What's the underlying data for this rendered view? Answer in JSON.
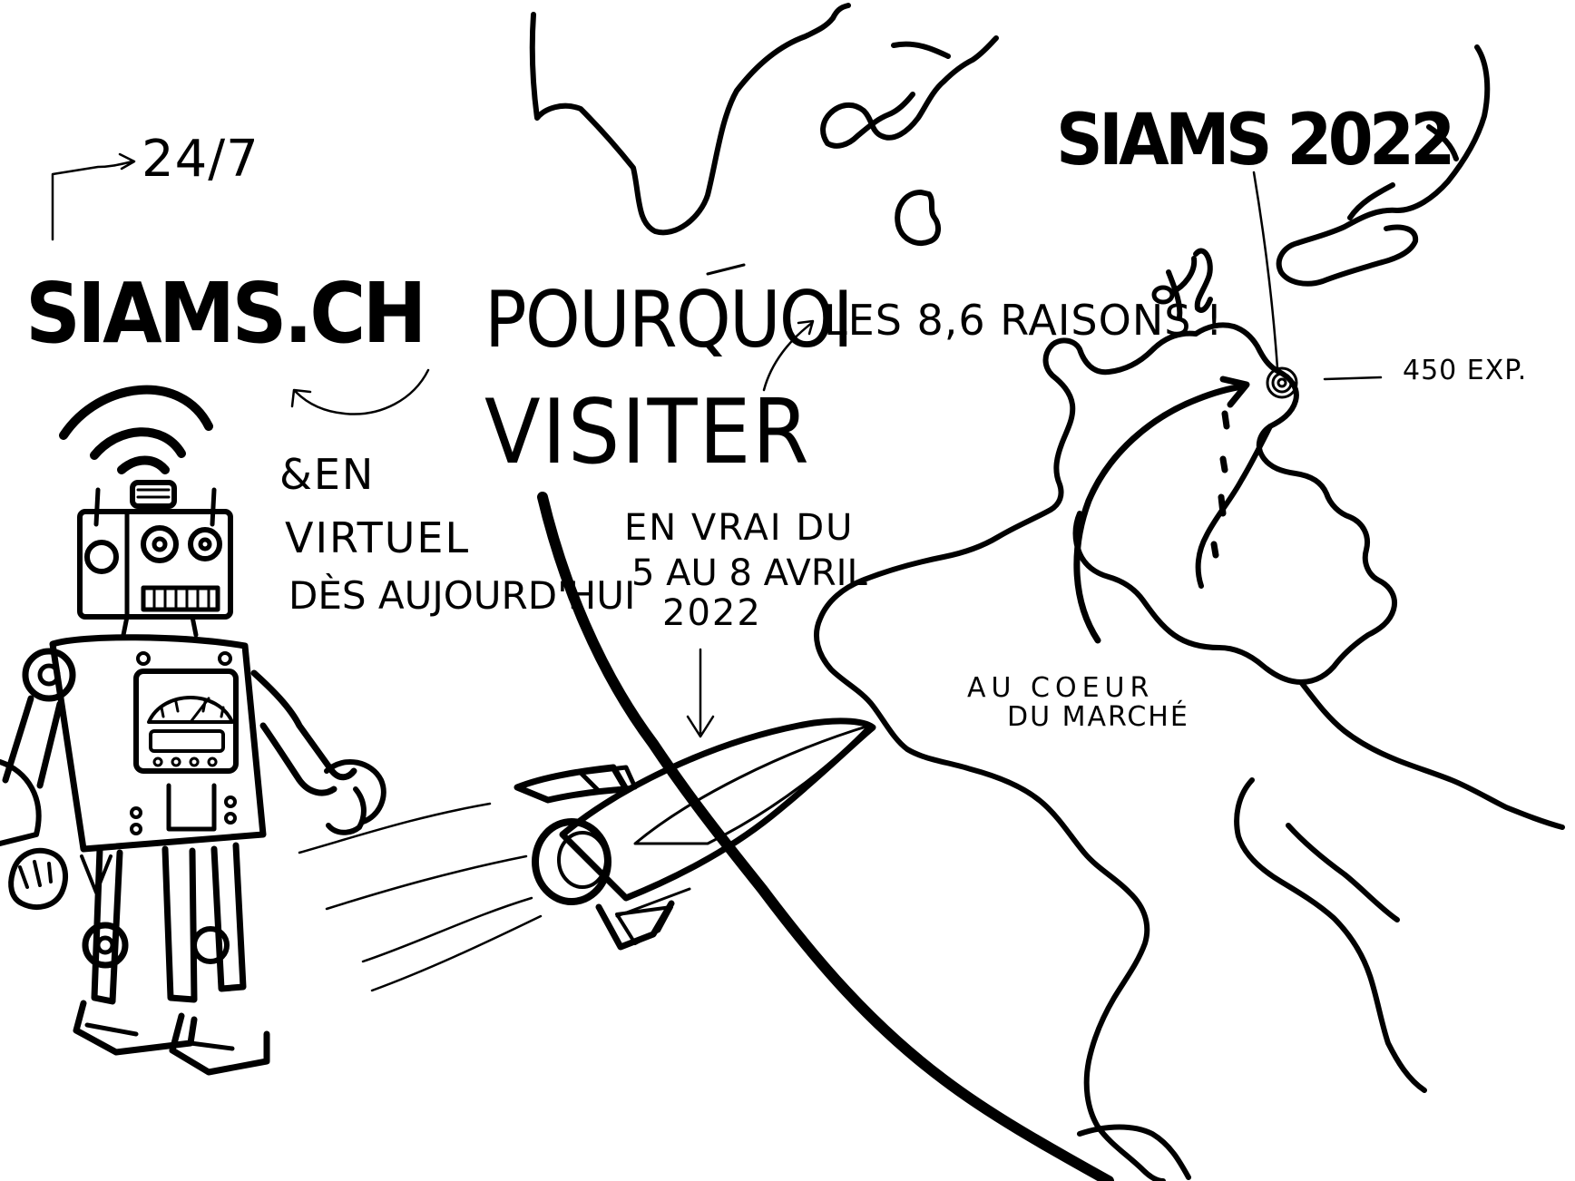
{
  "texts": {
    "schedule": "24/7",
    "siams_ch": "SIAMS.CH",
    "en_virtuel_1": "&EN",
    "en_virtuel_2": "VIRTUEL",
    "en_virtuel_3": "DÈS AUJOURD'HUI",
    "pourquoi": "POURQUOI",
    "visiter": "VISITER",
    "raisons": "LES 8,6 RAISONS !",
    "en_vrai_1": "EN VRAI DU",
    "en_vrai_2": "5 AU 8 AVRIL",
    "en_vrai_3": "2022",
    "siams2022": "SIAMS 2022",
    "exposants": "450 EXP.",
    "coeur_1": "AU COEUR",
    "coeur_2": "DU MARCHÉ"
  },
  "icons": {
    "robot": "robot-icon",
    "rocket": "rocket-icon",
    "map": "europe-map-icon",
    "location": "target-location-icon"
  },
  "colors": {
    "ink": "#000000",
    "paper": "#ffffff"
  }
}
